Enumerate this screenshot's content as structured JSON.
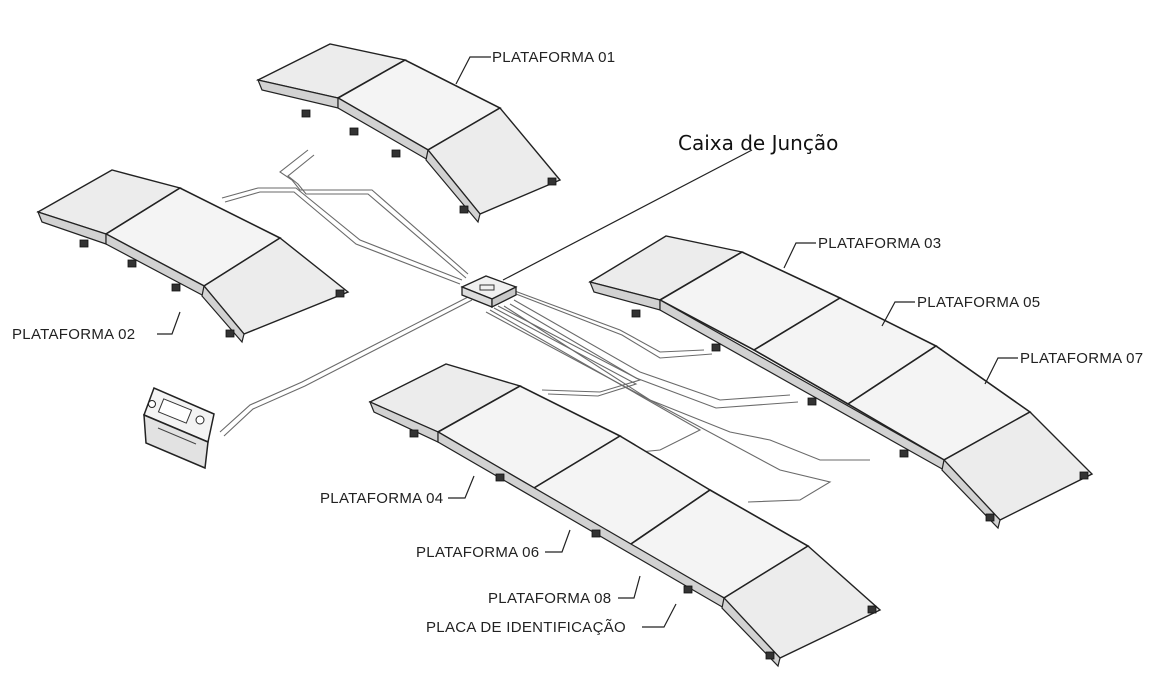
{
  "labels": {
    "junction_box": "Caixa de Junção",
    "platform_01": "PLATAFORMA 01",
    "platform_02": "PLATAFORMA 02",
    "platform_03": "PLATAFORMA 03",
    "platform_04": "PLATAFORMA 04",
    "platform_05": "PLATAFORMA 05",
    "platform_06": "PLATAFORMA 06",
    "platform_07": "PLATAFORMA 07",
    "platform_08": "PLATAFORMA 08",
    "id_plate": "PLACA  DE IDENTIFICAÇÃO"
  },
  "colors": {
    "line": "#222222",
    "cable": "#6a6a6a",
    "deck_fill": "#f4f4f4"
  }
}
